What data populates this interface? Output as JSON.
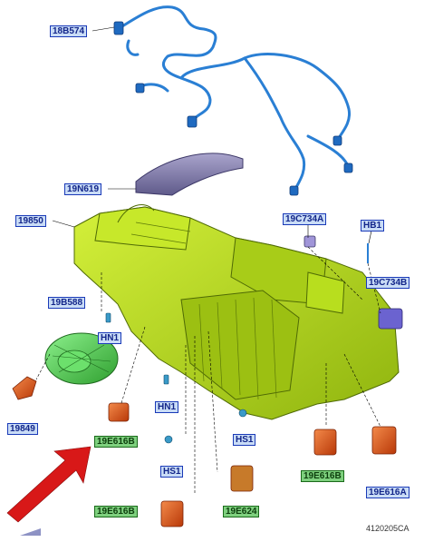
{
  "labels": {
    "l_18B574": "18B574",
    "l_19N619": "19N619",
    "l_19850": "19850",
    "l_19C734A": "19C734A",
    "l_HB1": "HB1",
    "l_19C734B": "19C734B",
    "l_19B588": "19B588",
    "l_HN1_a": "HN1",
    "l_19849": "19849",
    "l_HN1_b": "HN1",
    "l_HS1_a": "HS1",
    "l_19E616B_a": "19E616B",
    "l_HS1_b": "HS1",
    "l_19E616B_b": "19E616B",
    "l_19E616A": "19E616A",
    "l_19E616B_c": "19E616B",
    "l_19E624": "19E624"
  },
  "reference_code": "4120205CA",
  "colors": {
    "housing": "#b8e01a",
    "housing_dark": "#6f8f0a",
    "blower": "#4fd04f",
    "harness": "#2a7fd4",
    "actuator": "#e0501a",
    "cover": "#8b85b8",
    "arrow": "#d81818",
    "label_blue": "#c9dcf6",
    "label_green": "#7ed07e"
  }
}
